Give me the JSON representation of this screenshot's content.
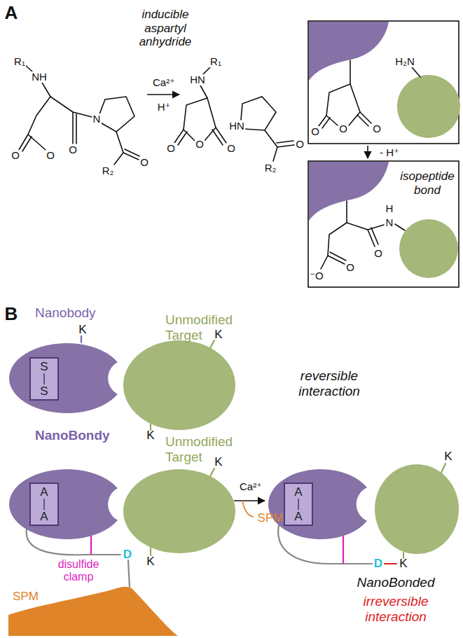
{
  "diagram": {
    "nodes": [
      {
        "text": [
          "Nanobody"
        ]
      },
      {
        "text": [
          "S",
          "S"
        ],
        "in": 0
      },
      {
        "text": [
          "Unmodified Target"
        ]
      },
      {
        "text": [
          "NanoBondy"
        ]
      },
      {
        "text": [
          "A",
          "A"
        ],
        "in": 3
      },
      {
        "text": [
          "Unmodified Target"
        ]
      },
      {
        "text": [
          "SPM"
        ]
      },
      {
        "text": [
          "A",
          "A"
        ]
      }
    ],
    "labels": [
      "A",
      "inducible aspartyl anhydride",
      "R₁",
      "NH",
      "O",
      "O",
      "O",
      "N",
      "O",
      "R₂",
      "Ca²⁺",
      "H⁺",
      "HN",
      "R₁",
      "O",
      "O",
      "O",
      "HN",
      "O",
      "R₂",
      "H₂N",
      "O",
      "O",
      "O",
      "- H⁺",
      "isopeptide bond",
      "H",
      "N",
      "⁻O",
      "O",
      "O",
      "B",
      "K",
      "K",
      "K",
      "reversible interaction",
      "K",
      "K",
      "disulfide clamp",
      "D",
      "Ca²⁺",
      "SPM",
      "K",
      "D",
      "K",
      "NanoBonded",
      "irreversible interaction"
    ]
  }
}
